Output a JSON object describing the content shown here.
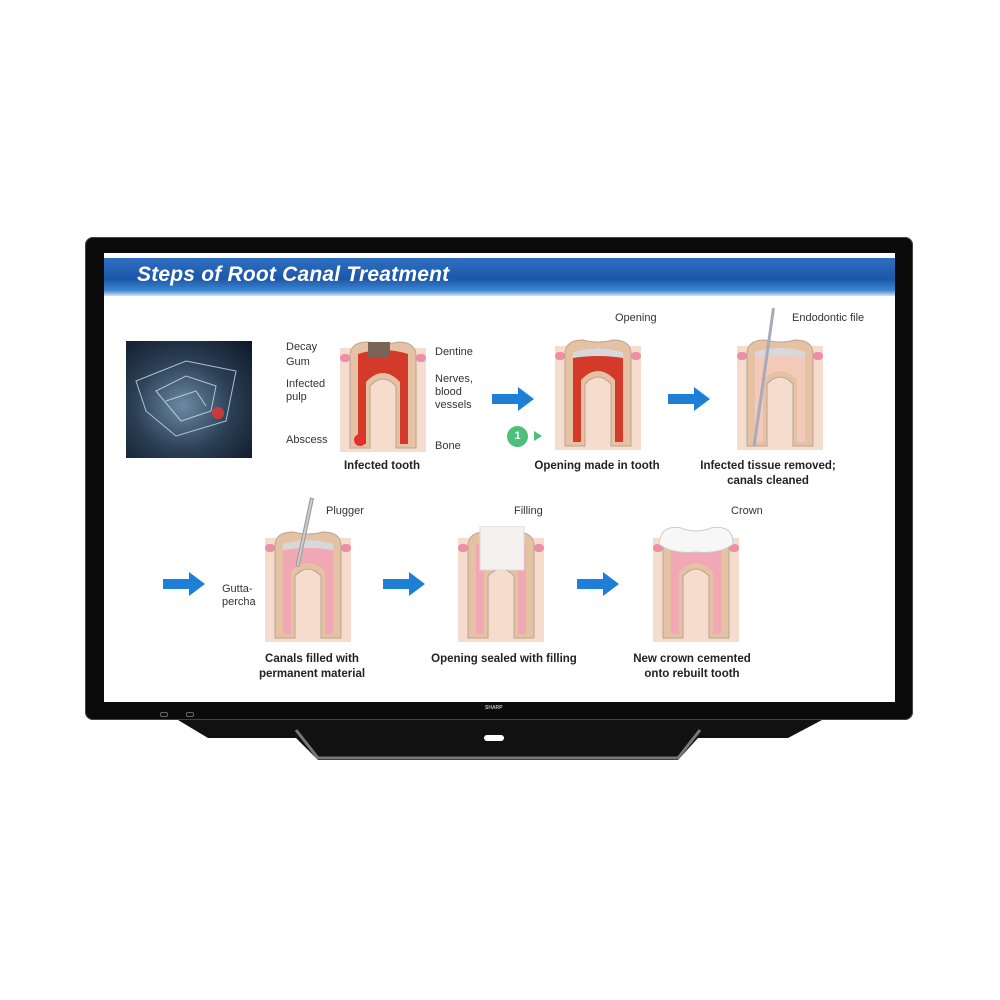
{
  "device": {
    "brand": "SHARP"
  },
  "slide": {
    "title": "Steps of Root Canal Treatment",
    "step_badge": "1",
    "steps": [
      {
        "caption": [
          "Infected tooth"
        ],
        "labels": {
          "decay": "Decay",
          "gum": "Gum",
          "infected_pulp": [
            "Infected",
            "pulp"
          ],
          "abscess": "Abscess",
          "dentine": "Dentine",
          "nerves": [
            "Nerves,",
            "blood",
            "vessels"
          ],
          "bone": "Bone"
        }
      },
      {
        "caption": [
          "Opening made in tooth"
        ],
        "labels": {
          "opening": "Opening"
        }
      },
      {
        "caption": [
          "Infected tissue removed;",
          "canals cleaned"
        ],
        "labels": {
          "file": "Endodontic file"
        }
      },
      {
        "caption": [
          "Canals filled with",
          "permanent material"
        ],
        "labels": {
          "plugger": "Plugger",
          "gutta": [
            "Gutta-",
            "percha"
          ]
        }
      },
      {
        "caption": [
          "Opening sealed with filling"
        ],
        "labels": {
          "filling": "Filling"
        }
      },
      {
        "caption": [
          "New crown cemented",
          "onto rebuilt tooth"
        ],
        "labels": {
          "crown": "Crown"
        }
      }
    ]
  },
  "colors": {
    "title_blue": "#1c57a8",
    "arrow_blue": "#1e7fd6",
    "badge_green": "#4cbf78",
    "pulp_red": "#d33a2a",
    "pulp_pink": "#f2a7b4"
  }
}
